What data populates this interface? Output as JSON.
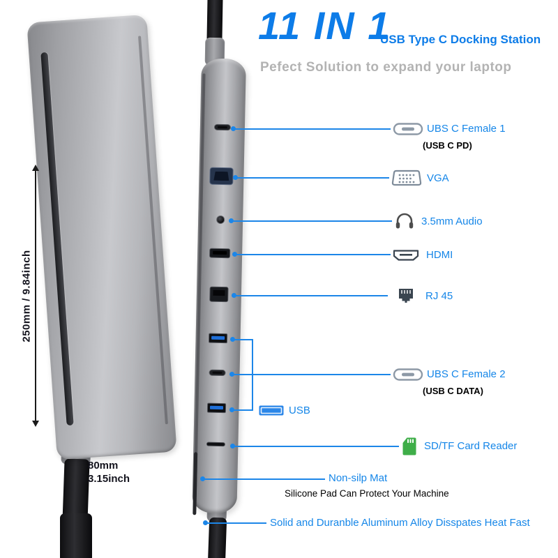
{
  "header": {
    "title": "11 IN 1",
    "subtitle": "USB Type C Docking Station",
    "tagline": "Pefect Solution to expand your laptop"
  },
  "dimensions": {
    "height": "250mm / 9.84inch",
    "width_mm": "80mm",
    "width_inch": "3.15inch"
  },
  "ports": [
    {
      "label": "UBS C Female 1",
      "sublabel": "(USB C PD)",
      "icon": "usb-c-icon"
    },
    {
      "label": "VGA",
      "icon": "vga-icon"
    },
    {
      "label": "3.5mm Audio",
      "icon": "headphones-icon"
    },
    {
      "label": "HDMI",
      "icon": "hdmi-icon"
    },
    {
      "label": "RJ 45",
      "icon": "ethernet-icon"
    },
    {
      "label": "UBS C Female 2",
      "sublabel": "(USB C DATA)",
      "icon": "usb-c-icon"
    },
    {
      "label": "USB",
      "icon": "usb-a-icon"
    },
    {
      "label": "SD/TF Card Reader",
      "icon": "sd-card-icon"
    }
  ],
  "callouts": {
    "mat_title": "Non-silp Mat",
    "mat_note": "Silicone Pad Can Protect Your Machine",
    "alloy_note": "Solid and Duranble Aluminum Alloy Disspates Heat Fast"
  },
  "colors": {
    "accent_blue": "#0d7ce8",
    "label_blue": "#1586e8",
    "tagline_gray": "#b3b3b3",
    "dark_text": "#14141e",
    "sd_green": "#3fae49",
    "usb_blue": "#2a86e8"
  }
}
